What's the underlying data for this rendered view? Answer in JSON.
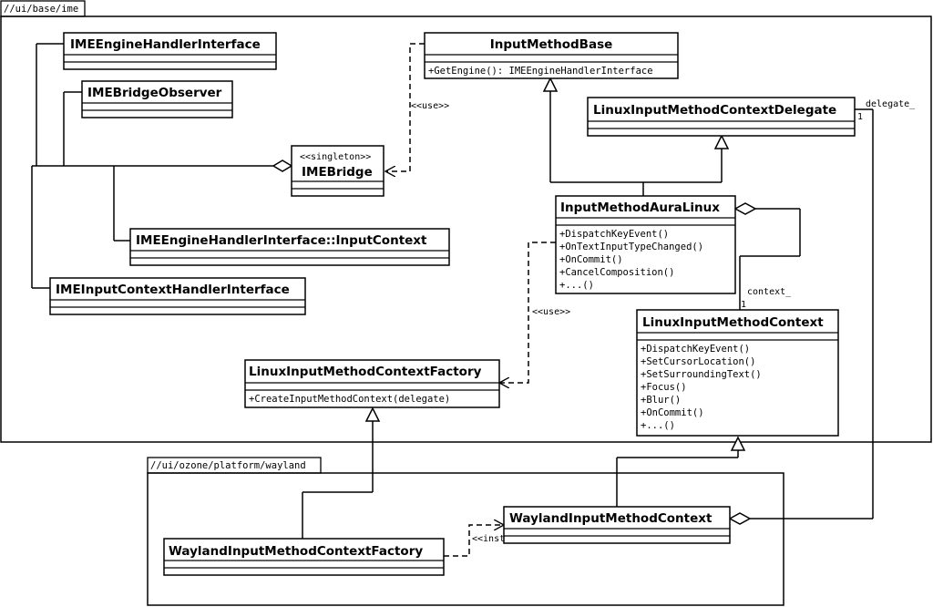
{
  "packages": {
    "base_ime": "//ui/base/ime",
    "wayland": "//ui/ozone/platform/wayland"
  },
  "classes": {
    "ime_engine_handler_interface": {
      "name": "IMEEngineHandlerInterface"
    },
    "ime_bridge_observer": {
      "name": "IMEBridgeObserver"
    },
    "ime_bridge": {
      "name": "IMEBridge",
      "stereotype": "<<singleton>>"
    },
    "input_context": {
      "name": "IMEEngineHandlerInterface::InputContext"
    },
    "ime_input_context_handler_interface": {
      "name": "IMEInputContextHandlerInterface"
    },
    "input_method_base": {
      "name": "InputMethodBase",
      "methods": [
        "+GetEngine(): IMEEngineHandlerInterface"
      ]
    },
    "linux_input_method_context_delegate": {
      "name": "LinuxInputMethodContextDelegate"
    },
    "input_method_aura_linux": {
      "name": "InputMethodAuraLinux",
      "methods": [
        "+DispatchKeyEvent()",
        "+OnTextInputTypeChanged()",
        "+OnCommit()",
        "+CancelComposition()",
        "+...()"
      ]
    },
    "linux_input_method_context": {
      "name": "LinuxInputMethodContext",
      "methods": [
        "+DispatchKeyEvent()",
        "+SetCursorLocation()",
        "+SetSurroundingText()",
        "+Focus()",
        "+Blur()",
        "+OnCommit()",
        "+...()"
      ]
    },
    "linux_input_method_context_factory": {
      "name": "LinuxInputMethodContextFactory",
      "methods": [
        "+CreateInputMethodContext(delegate)"
      ]
    },
    "wayland_input_method_context": {
      "name": "WaylandInputMethodContext"
    },
    "wayland_input_method_context_factory": {
      "name": "WaylandInputMethodContextFactory"
    }
  },
  "relations": {
    "use_1": "<<use>>",
    "use_2": "<<use>>",
    "instantiate": "<<instantiate>>",
    "delegate_role": "delegate_",
    "delegate_mult": "1",
    "context_role": "context_",
    "context_mult": "1"
  }
}
